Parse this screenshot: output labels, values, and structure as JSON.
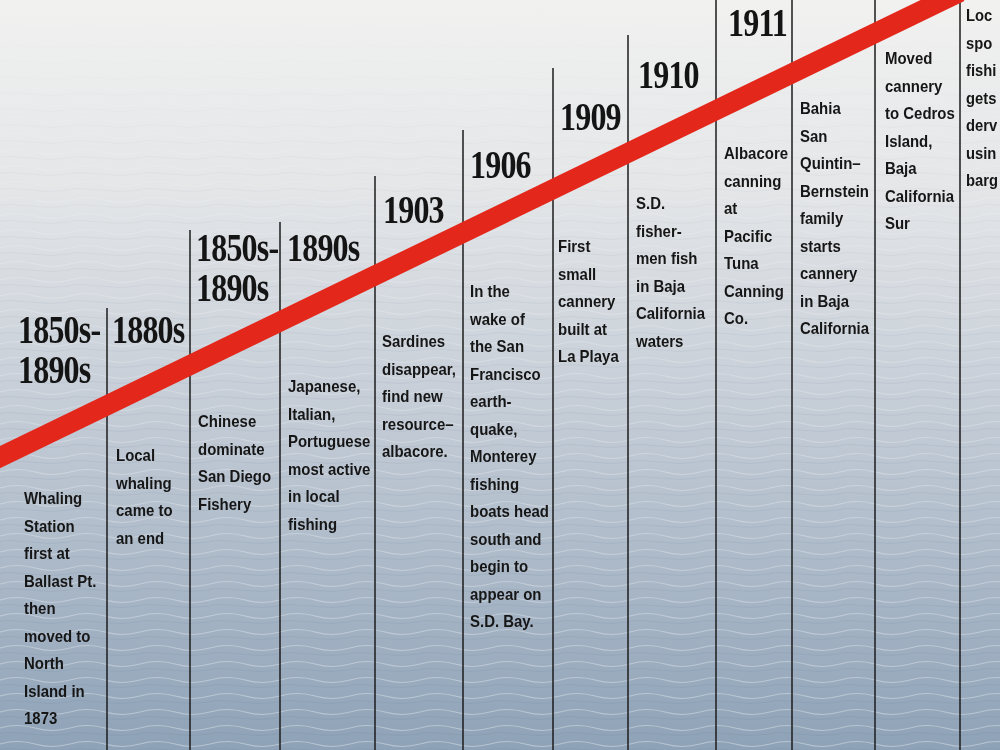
{
  "diagram": {
    "labels": [
      "1850s- 1890s",
      "Whaling Station first at Ballast Pt. then moved to North Island in 1873",
      "1880s",
      "Local whaling came to an end",
      "1850s- 1890s",
      "Chinese dominate San Diego Fishery",
      "1890s",
      "Japanese, Italian, Portuguese most active in local fishing",
      "1903",
      "Sardines disappear, find new resource– albacore.",
      "1906",
      "In the wake of the San Francisco earth- quake, Monterey fishing boats head south and begin to appear on S.D. Bay.",
      "1909",
      "First small cannery built at La Playa",
      "1910",
      "S.D. fisher- men fish in Baja California waters",
      "1911",
      "Albacore canning at Pacific Tuna Canning Co.",
      "Bahia San Quintin– Bernstein family starts cannery in Baja California",
      "Moved cannery to Cedros Island, Baja California Sur",
      "Loc spo fishi gets derv usin barg"
    ]
  }
}
